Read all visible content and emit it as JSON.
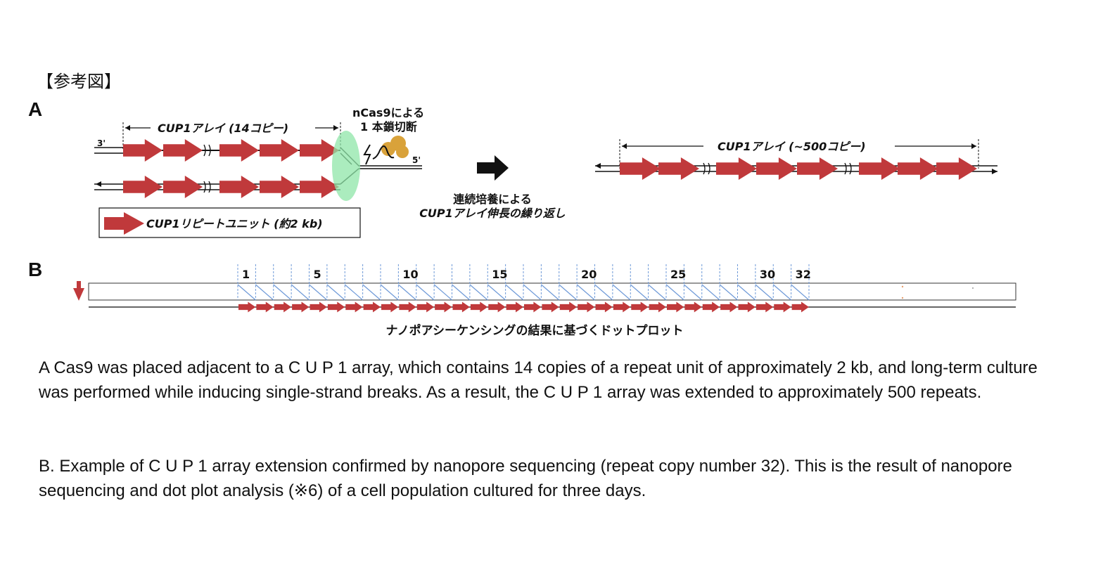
{
  "header_label": "【参考図】",
  "panel_a": {
    "letter": "A",
    "array_14_label": "CUP1アレイ (14コピー)",
    "end_3": "3'",
    "end_5": "5'",
    "nick_label_1": "nCas9による",
    "nick_label_2": "1 本鎖切断",
    "arrow_label_1": "連続培養による",
    "arrow_label_2": "CUP1アレイ伸長の繰り返し",
    "array_500_label": "CUP1アレイ (~500コピー)",
    "legend_label": "CUP1リピートユニット (約2 kb)"
  },
  "panel_b": {
    "letter": "B",
    "tick_labels": [
      "1",
      "5",
      "10",
      "15",
      "20",
      "25",
      "30",
      "32"
    ],
    "repeat_count": 32,
    "caption": "ナノポアシーケンシングの結果に基づくドットプロット"
  },
  "captions": {
    "a": "A Cas9 was placed adjacent to a C U P 1 array, which contains 14 copies of a repeat unit of approximately 2 kb, and long-term culture was performed while inducing single-strand breaks. As a result, the C U P 1 array was extended to approximately 500 repeats.",
    "b": "B. Example of C U P 1 array extension confirmed by nanopore sequencing (repeat copy number 32). This is the result of nanopore sequencing and dot plot analysis (※6) of a cell population cultured for three days."
  },
  "colors": {
    "repeat_red": "#c0393b",
    "cas9_green": "#8fe6a8",
    "cas9_orange": "#d9a23a",
    "dot_blue": "#6f9ad8"
  }
}
